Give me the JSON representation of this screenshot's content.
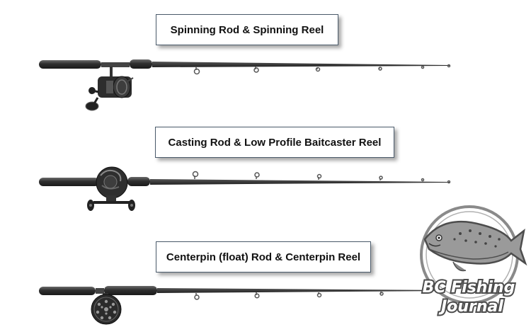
{
  "rods": [
    {
      "label": "Spinning Rod & Spinning Reel",
      "reel_type": "spinning-reel"
    },
    {
      "label": "Casting Rod & Low Profile Baitcaster Reel",
      "reel_type": "baitcaster-reel"
    },
    {
      "label": "Centerpin (float) Rod & Centerpin Reel",
      "reel_type": "centerpin-reel"
    }
  ],
  "logo": {
    "line1": "BC Fishing",
    "line2": "Journal",
    "icon": "trout-fish-icon"
  },
  "colors": {
    "rod": "#2b2b2b",
    "handle": "#3a3a3a",
    "guide": "#555555",
    "logo_gray": "#8a8a8a",
    "logo_dark": "#4d4d4d"
  }
}
